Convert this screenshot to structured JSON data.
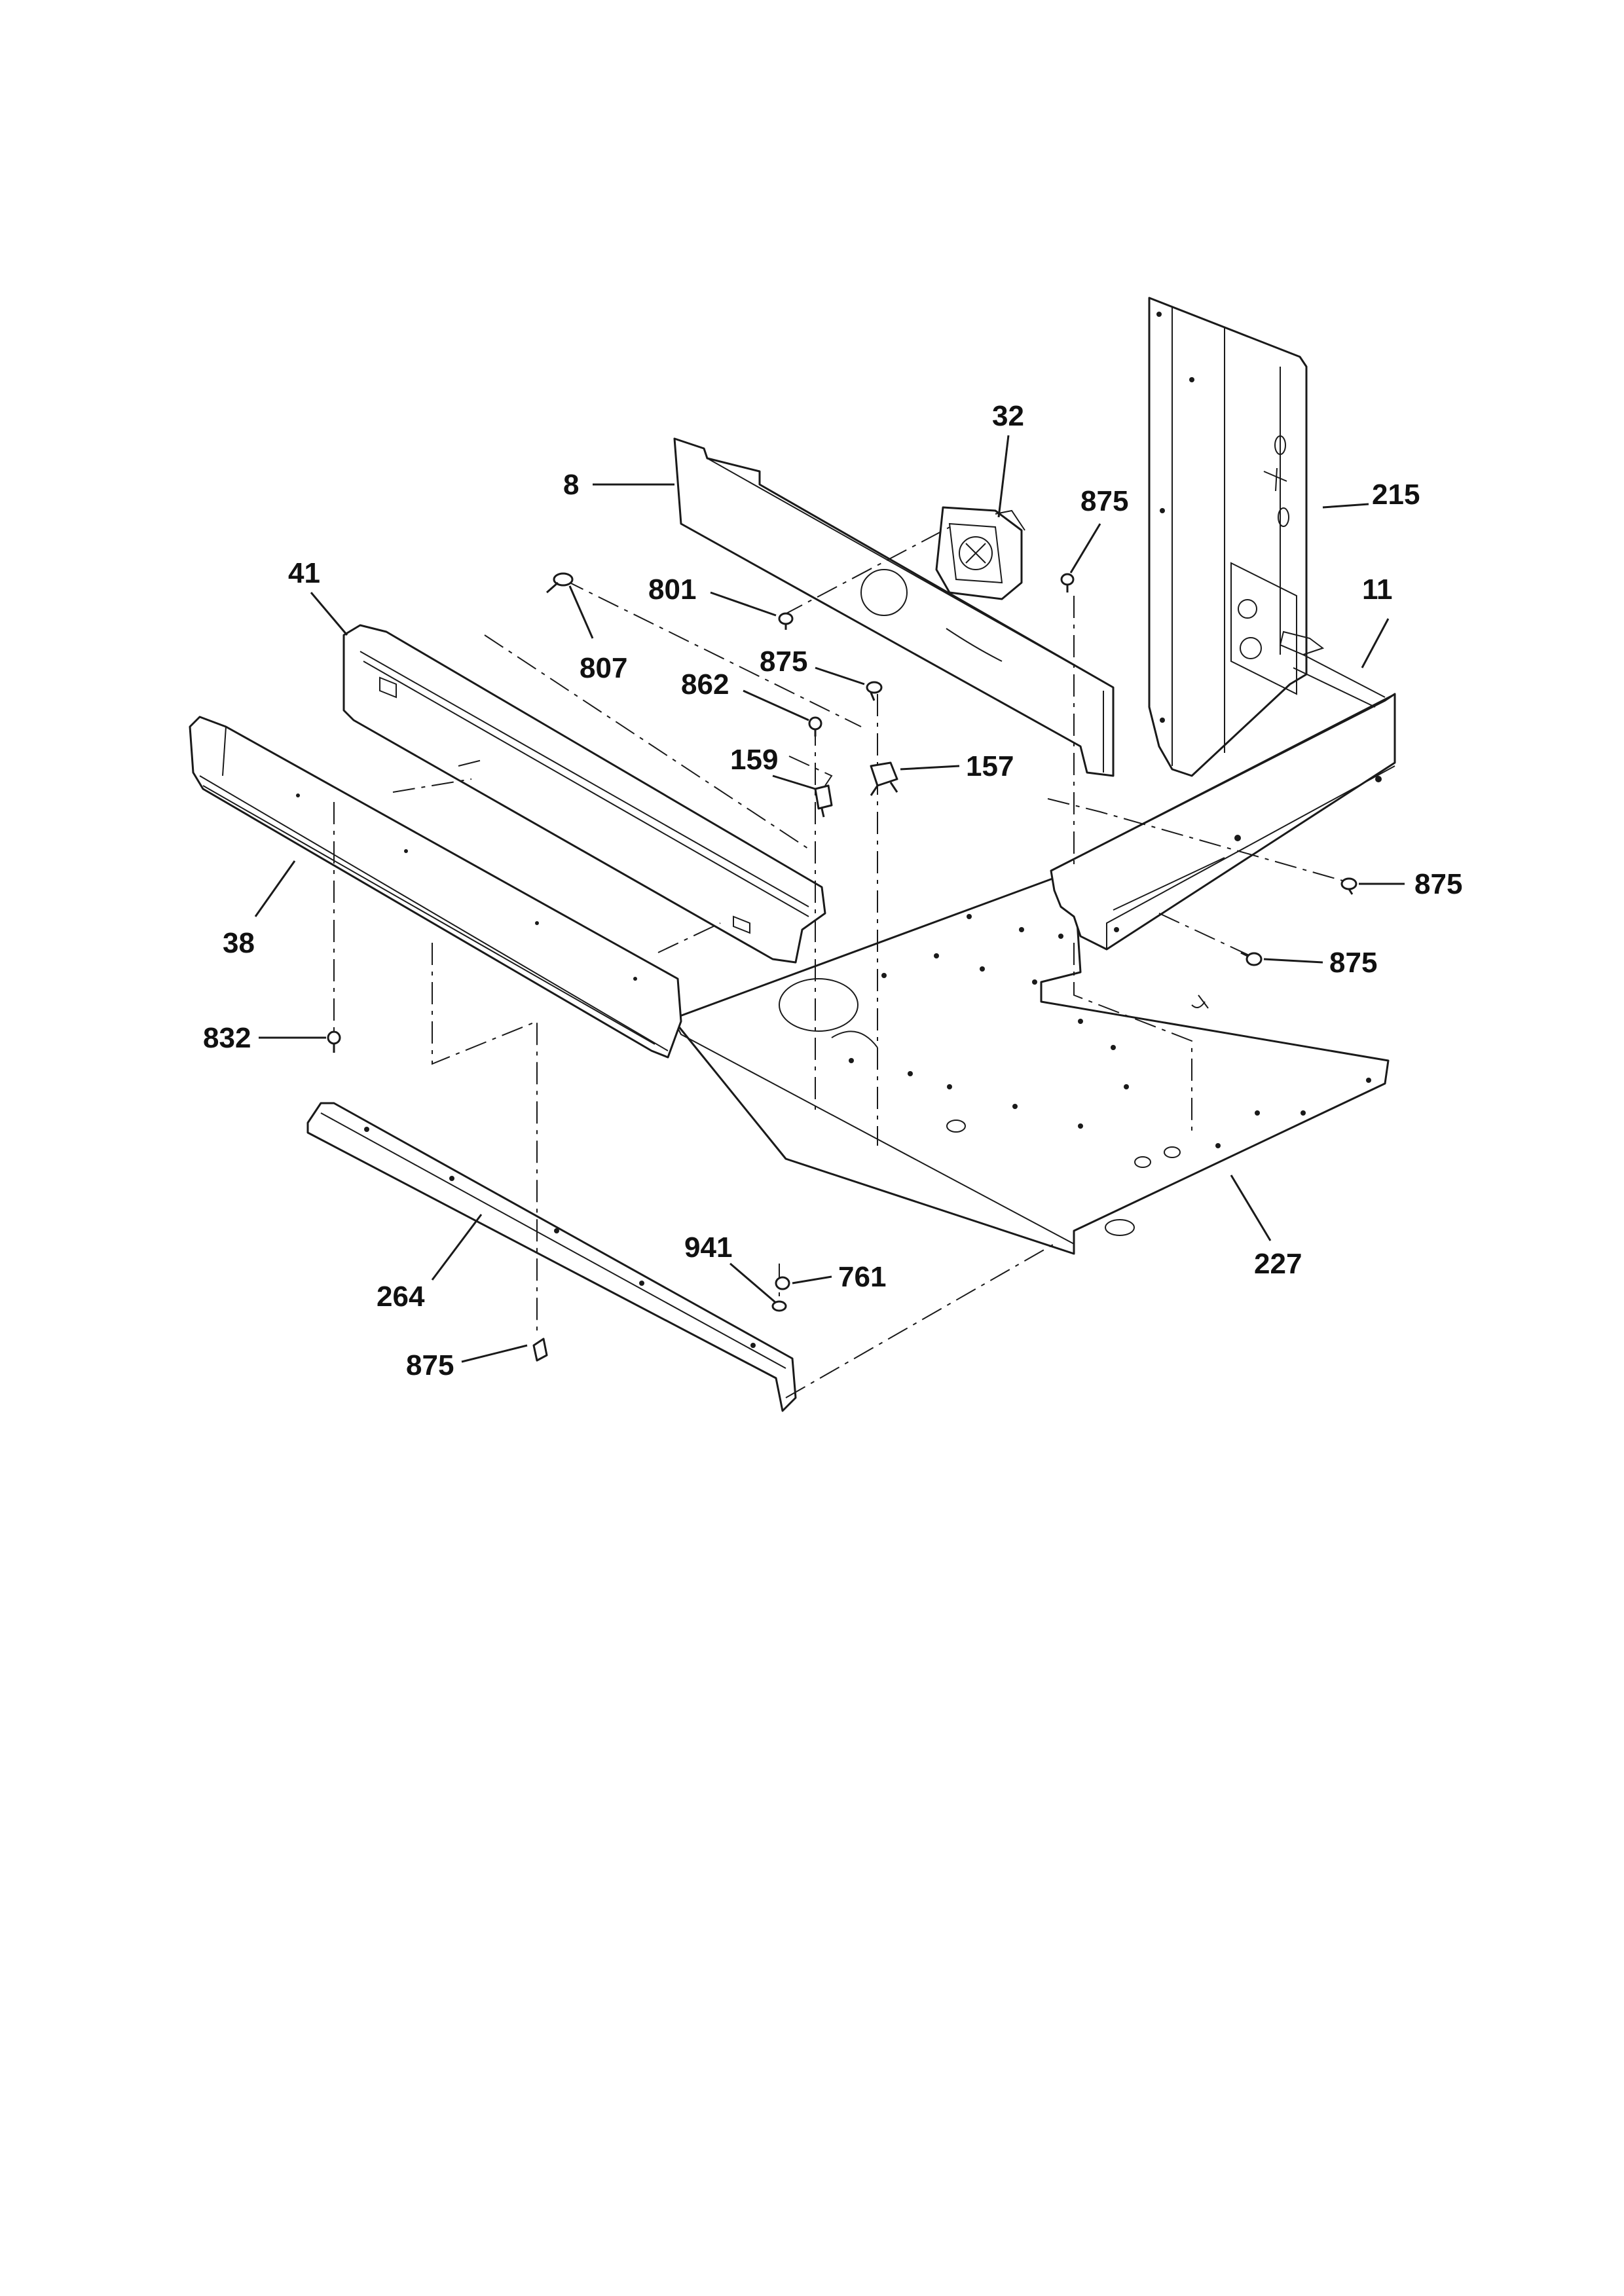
{
  "callouts": {
    "c8": "8",
    "c32": "32",
    "c875_top": "875",
    "c215": "215",
    "c41": "41",
    "c801": "801",
    "c11": "11",
    "c807": "807",
    "c875_mid": "875",
    "c862": "862",
    "c159": "159",
    "c157": "157",
    "c875_right1": "875",
    "c38": "38",
    "c875_right2": "875",
    "c832": "832",
    "c227": "227",
    "c941": "941",
    "c761": "761",
    "c264": "264",
    "c875_bottom": "875"
  }
}
